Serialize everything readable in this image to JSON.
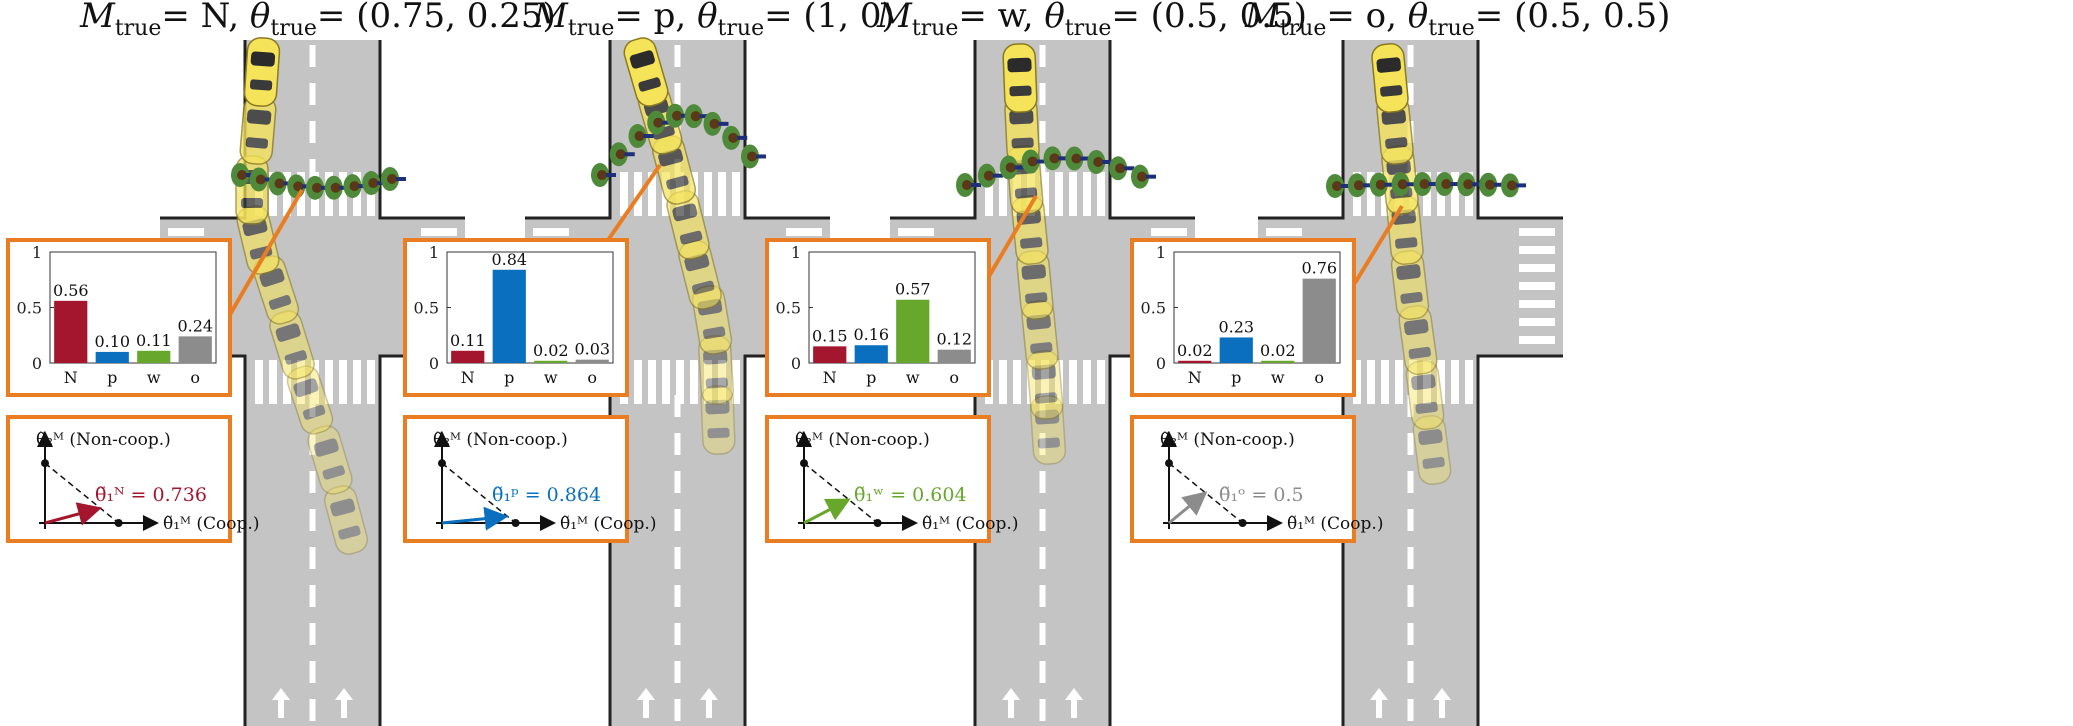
{
  "colors": {
    "road": "#c4c4c4",
    "lane_marking": "#ffffff",
    "box_border": "#ea7d22",
    "arrow_line": "#ea7d22",
    "N": "#a3162d",
    "p": "#0a6fbf",
    "w": "#67a72c",
    "o": "#8c8c8c",
    "car_body": "#f5e35a",
    "pedestrian_body": "#4f8a3a"
  },
  "icons": [
    "car-icon",
    "pedestrian-icon",
    "lane-arrow-icon"
  ],
  "panels": [
    {
      "title_main": "M",
      "title_sub": "true",
      "title_value": "= N,",
      "theta_sym": "θ",
      "theta_sub": "true",
      "theta_value": "= (0.75, 0.25)",
      "chart_data": {
        "type": "bar",
        "categories": [
          "N",
          "p",
          "w",
          "o"
        ],
        "values": [
          0.56,
          0.1,
          0.11,
          0.24
        ],
        "value_labels": [
          "0.56",
          "0.10",
          "0.11",
          "0.24"
        ],
        "ylim": [
          0,
          1
        ],
        "yticks": [
          "0",
          "0.5",
          "1"
        ],
        "grid": false
      },
      "theta_diagram": {
        "y_label": "θ̃₂ᴹ (Non-coop.)",
        "x_label": "θ̃₁ᴹ (Coop.)",
        "estimate_label": "θ̃₁ᴺ = 0.736",
        "estimate_value": 0.736,
        "color_key": "N"
      }
    },
    {
      "title_main": "M",
      "title_sub": "true",
      "title_value": "= p,",
      "theta_sym": "θ",
      "theta_sub": "true",
      "theta_value": "= (1, 0)",
      "chart_data": {
        "type": "bar",
        "categories": [
          "N",
          "p",
          "w",
          "o"
        ],
        "values": [
          0.11,
          0.84,
          0.02,
          0.03
        ],
        "value_labels": [
          "0.11",
          "0.84",
          "0.02",
          "0.03"
        ],
        "ylim": [
          0,
          1
        ],
        "yticks": [
          "0",
          "0.5",
          "1"
        ],
        "grid": false
      },
      "theta_diagram": {
        "y_label": "θ̃₂ᴹ (Non-coop.)",
        "x_label": "θ̃₁ᴹ (Coop.)",
        "estimate_label": "θ̃₁ᵖ = 0.864",
        "estimate_value": 0.864,
        "color_key": "p"
      }
    },
    {
      "title_main": "M",
      "title_sub": "true",
      "title_value": "= w,",
      "theta_sym": "θ",
      "theta_sub": "true",
      "theta_value": "= (0.5, 0.5)",
      "chart_data": {
        "type": "bar",
        "categories": [
          "N",
          "p",
          "w",
          "o"
        ],
        "values": [
          0.15,
          0.16,
          0.57,
          0.12
        ],
        "value_labels": [
          "0.15",
          "0.16",
          "0.57",
          "0.12"
        ],
        "ylim": [
          0,
          1
        ],
        "yticks": [
          "0",
          "0.5",
          "1"
        ],
        "grid": false
      },
      "theta_diagram": {
        "y_label": "θ̃₂ᴹ (Non-coop.)",
        "x_label": "θ̃₁ᴹ (Coop.)",
        "estimate_label": "θ̃₁ʷ = 0.604",
        "estimate_value": 0.604,
        "color_key": "w"
      }
    },
    {
      "title_main": "M",
      "title_sub": "true",
      "title_value": "= o,",
      "theta_sym": "θ",
      "theta_sub": "true",
      "theta_value": "= (0.5, 0.5)",
      "chart_data": {
        "type": "bar",
        "categories": [
          "N",
          "p",
          "w",
          "o"
        ],
        "values": [
          0.02,
          0.23,
          0.02,
          0.76
        ],
        "value_labels": [
          "0.02",
          "0.23",
          "0.02",
          "0.76"
        ],
        "ylim": [
          0,
          1
        ],
        "yticks": [
          "0",
          "0.5",
          "1"
        ],
        "grid": false
      },
      "theta_diagram": {
        "y_label": "θ̃₂ᴹ (Non-coop.)",
        "x_label": "θ̃₁ᴹ (Coop.)",
        "estimate_label": "θ̃₁ᵒ = 0.5",
        "estimate_value": 0.5,
        "color_key": "o"
      }
    }
  ]
}
